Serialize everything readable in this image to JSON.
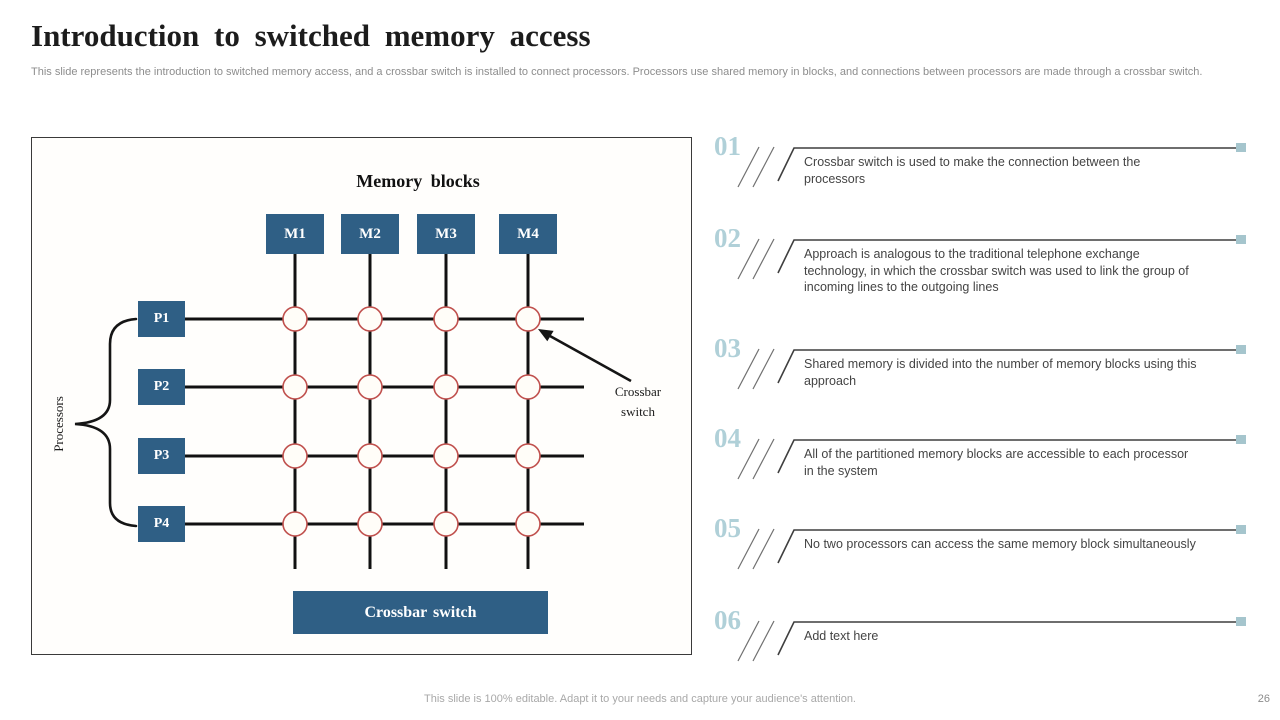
{
  "slide": {
    "title": "Introduction to switched memory access",
    "subtitle": "This slide represents the introduction to switched memory access, and a crossbar switch is installed to connect processors. Processors use shared memory in blocks, and connections between processors are made through a crossbar switch.",
    "footer_note": "This slide is 100% editable. Adapt it to your needs and capture your audience's attention.",
    "page_number": "26"
  },
  "diagram": {
    "memory_axis_label": "Memory blocks",
    "memory_blocks": [
      "M1",
      "M2",
      "M3",
      "M4"
    ],
    "processors_label": "Processors",
    "processors": [
      "P1",
      "P2",
      "P3",
      "P4"
    ],
    "crossbar_box_label": "Crossbar switch",
    "crossbar_annotation": "Crossbar switch"
  },
  "points": [
    {
      "number": "01",
      "text": "Crossbar switch is used to make the connection between the processors"
    },
    {
      "number": "02",
      "text": "Approach is analogous to the traditional telephone exchange technology, in which the crossbar switch was used to link the group of incoming lines to the outgoing lines"
    },
    {
      "number": "03",
      "text": "Shared memory is divided into the number of memory blocks using this approach"
    },
    {
      "number": "04",
      "text": "All of the partitioned memory blocks are accessible to each processor in the system"
    },
    {
      "number": "05",
      "text": "No two processors can access the same memory block simultaneously"
    },
    {
      "number": "06",
      "text": "Add text here"
    }
  ],
  "colors": {
    "box_blue": "#2f5f85",
    "circle_red": "#c0504d",
    "grid_black": "#111111",
    "number_blue": "#b0d0d8",
    "end_square_blue": "#a5c5cd"
  }
}
